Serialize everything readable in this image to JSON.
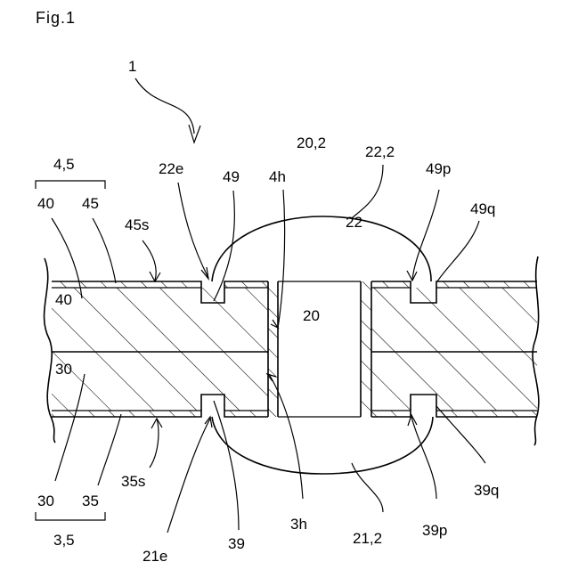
{
  "figure": {
    "title": "Fig.1",
    "labels": {
      "assembly": "1",
      "top_group": "4,5",
      "bottom_group": "3,5",
      "l40": "40",
      "l45": "45",
      "l45s": "45s",
      "l22e": "22e",
      "l49": "49",
      "l4h": "4h",
      "l20_2": "20,2",
      "l22_2": "22,2",
      "l49p": "49p",
      "l49q": "49q",
      "l30": "30",
      "l35": "35",
      "l35s": "35s",
      "l21e": "21e",
      "l39": "39",
      "l3h": "3h",
      "l21_2": "21,2",
      "l39p": "39p",
      "l39q": "39q"
    }
  }
}
